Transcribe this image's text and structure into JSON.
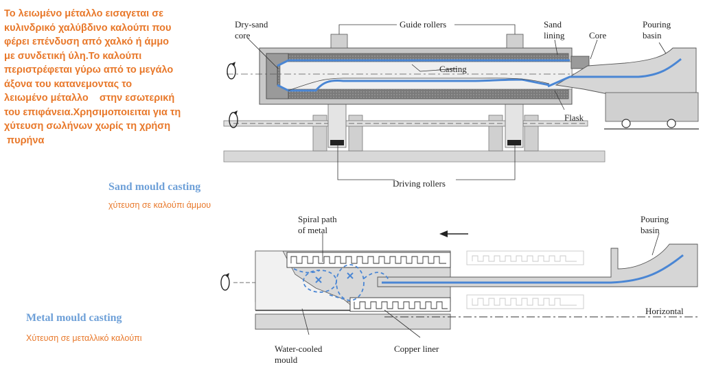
{
  "intro_lines": [
    "Το λειωμένο μέταλλο εισαγεται σε",
    "κυλινδρικό χαλύβδινο καλούπι που",
    "φέρει επένδυση από χαλκό ή άμμο",
    "με συνδετική ύλη.Το καλούπι",
    "περιστρέφεται γύρω από το μεγάλο",
    "άξονα του κατανεμοντας το",
    "λειωμένο μέταλλο    στην εσωτερική",
    "του επιφάνεια.Χρησιμοποιειται για τη",
    "χύτευση σωλήνων χωρίς τη χρήση",
    " πυρήνα"
  ],
  "sand": {
    "title": "Sand mould casting",
    "title_gr": "χύτευση σε καλούπι  άμμου",
    "labels": {
      "dry_sand_core_1": "Dry-sand",
      "dry_sand_core_2": "core",
      "guide_rollers": "Guide rollers",
      "sand_lining_1": "Sand",
      "sand_lining_2": "lining",
      "core": "Core",
      "pouring_basin_1": "Pouring",
      "pouring_basin_2": "basin",
      "casting": "Casting",
      "flask": "Flask",
      "driving_rollers": "Driving rollers"
    }
  },
  "metal": {
    "title": "Metal mould casting",
    "title_gr": "Χύτευση σε μεταλλικό καλούπι",
    "labels": {
      "spiral_path_1": "Spiral path",
      "spiral_path_2": "of metal",
      "pouring_basin_1": "Pouring",
      "pouring_basin_2": "basin",
      "horizontal": "Horizontal",
      "water_cooled_1": "Water-cooled",
      "water_cooled_2": "mould",
      "copper_liner": "Copper liner"
    }
  },
  "colors": {
    "accent_orange": "#e8782a",
    "accent_blue": "#6ea0d8",
    "metal_blue": "#4a86d4",
    "mould_gray": "#d8d8d8",
    "dark_gray": "#8a8a8a"
  }
}
